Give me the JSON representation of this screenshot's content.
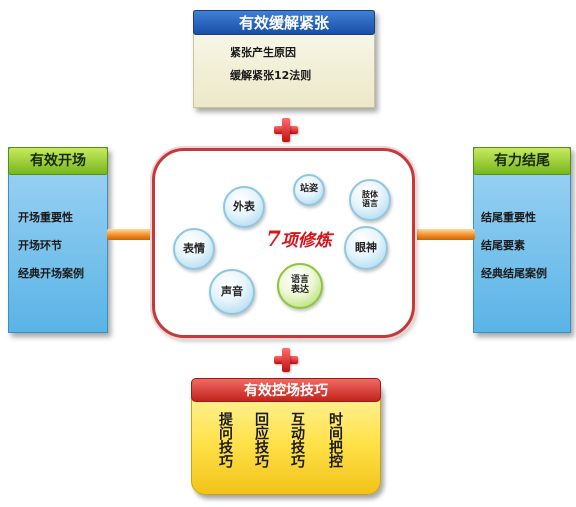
{
  "top_box": {
    "title": "有效缓解紧张",
    "lines": [
      "紧张产生原因",
      "缓解紧张12法则"
    ]
  },
  "left_box": {
    "title": "有效开场",
    "lines": [
      "开场重要性",
      "开场环节",
      "经典开场案例"
    ]
  },
  "right_box": {
    "title": "有力结尾",
    "lines": [
      "结尾重要性",
      "结尾要素",
      "经典结尾案例"
    ]
  },
  "center": {
    "title_number": "7",
    "title_text": "项修炼",
    "bubbles": [
      "外表",
      "站姿",
      "肢体\n语言",
      "表情",
      "眼神",
      "语言\n表达",
      "声音"
    ]
  },
  "bottom_box": {
    "title": "有效控场技巧",
    "columns": [
      "提问技巧",
      "回应技巧",
      "互动技巧",
      "时间把控"
    ]
  },
  "colors": {
    "top_title": "#1a4fa6",
    "side_title": "#76b81c",
    "side_body": "#5ab4e6",
    "center_frame": "#c23a3a",
    "center_title": "#d8141a",
    "bottom_title": "#c3231c",
    "bottom_body": "#ffe24a",
    "connector": "#f08a1c"
  }
}
